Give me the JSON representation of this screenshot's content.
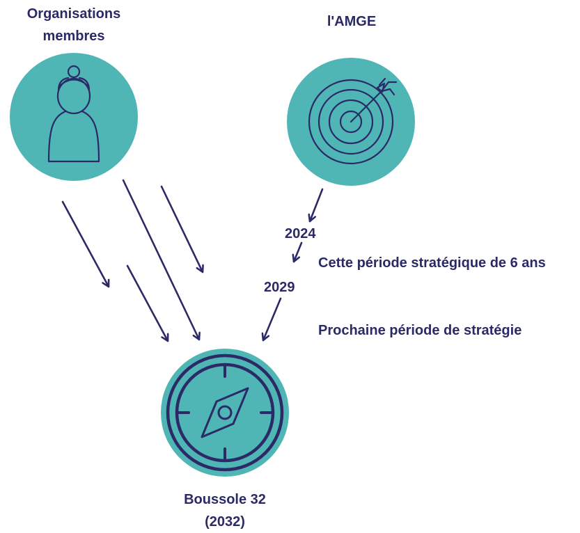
{
  "members": {
    "line1": "Organisations",
    "line2": "membres"
  },
  "amge": {
    "title": "l'AMGE"
  },
  "timeline": {
    "year_start": "2024",
    "year_mid": "2029",
    "current_period": "Cette période stratégique de 6 ans",
    "next_period": "Prochaine période de stratégie"
  },
  "compass": {
    "line1": "Boussole 32",
    "line2": "(2032)"
  },
  "colors": {
    "teal": "#4fb5b5",
    "navy": "#2b2a66"
  },
  "icons": {
    "members": "person-icon",
    "amge": "target-icon",
    "compass": "compass-icon"
  }
}
